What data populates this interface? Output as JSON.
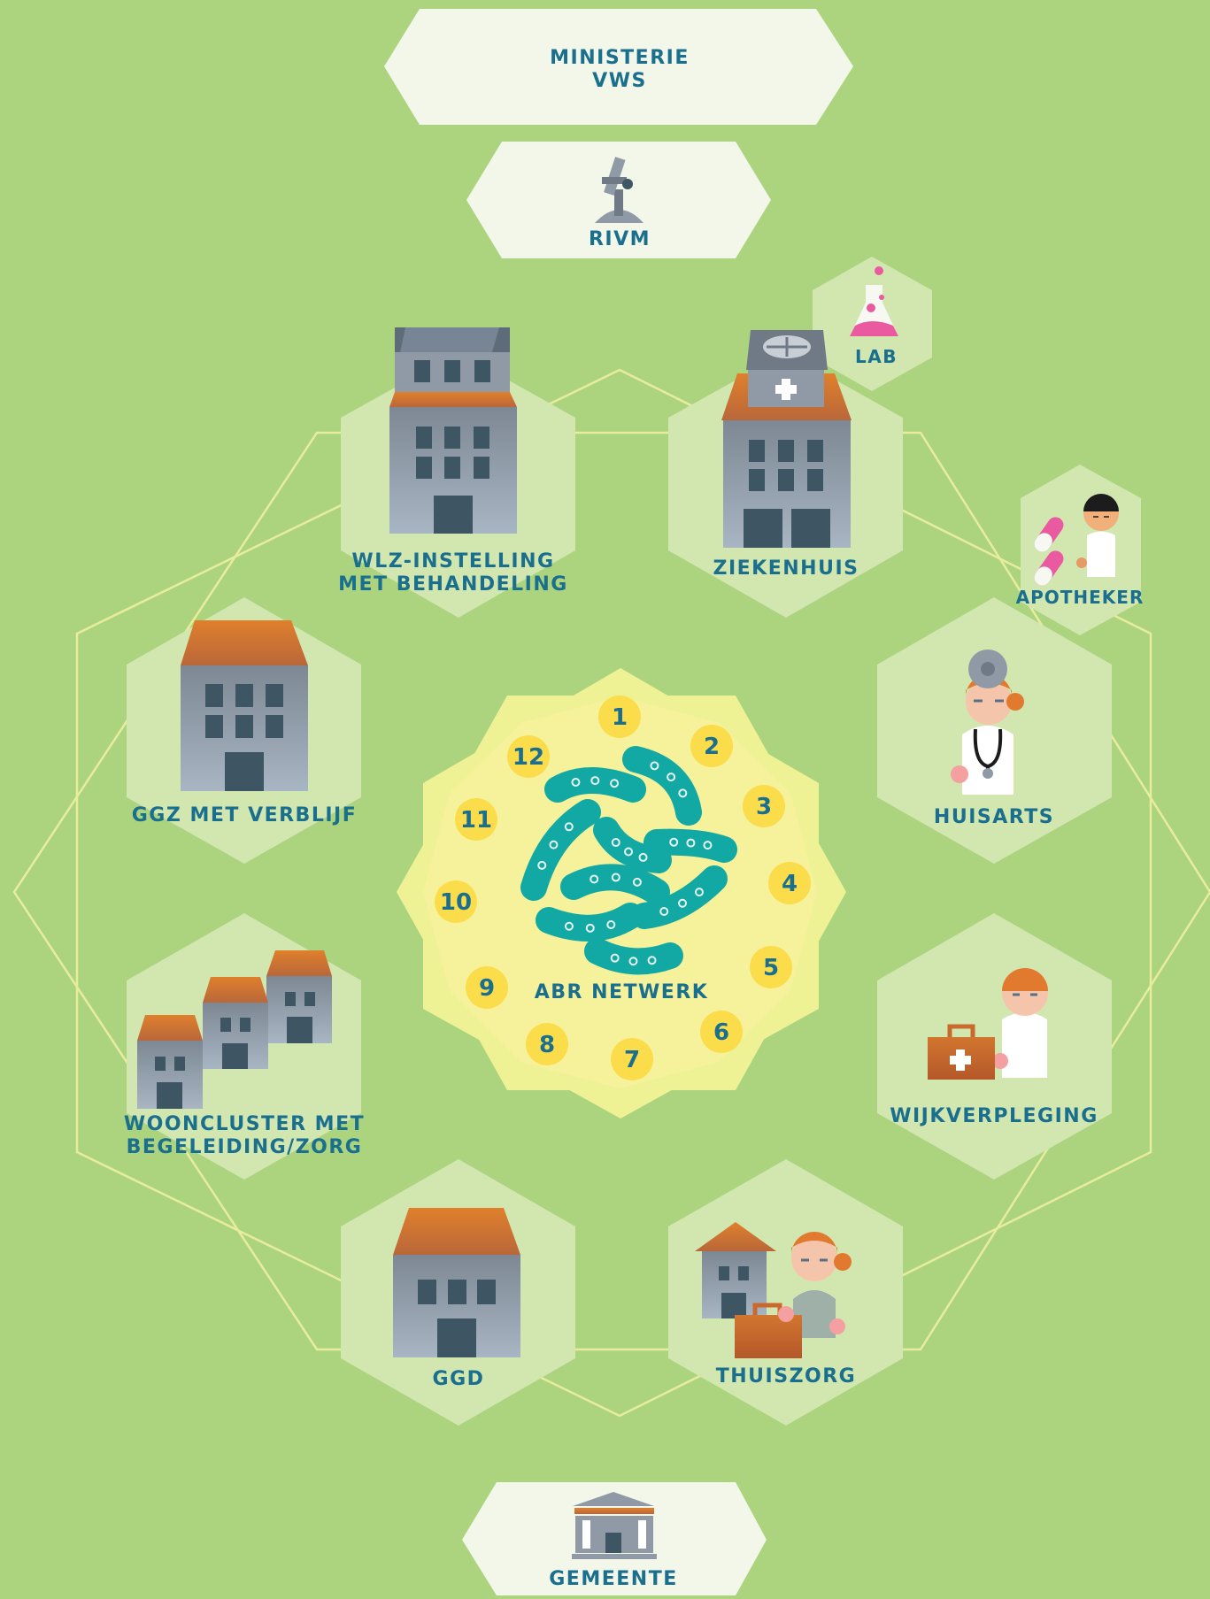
{
  "colors": {
    "background": "#acd47f",
    "hex_light": "#d2e6b0",
    "hex_white": "#f2f7e9",
    "label": "#1b6f8e",
    "center_yellow": "#f6f29c",
    "number_circle": "#fbdc4b",
    "bacteria": "#12a8a4",
    "building_roof": "#d2752d",
    "building_grey": "#8f9aa6"
  },
  "top": {
    "ministerie": {
      "line1": "MINISTERIE",
      "line2": "VWS"
    },
    "rivm": {
      "label": "RIVM",
      "icon": "microscope-icon"
    }
  },
  "nodes": {
    "lab": {
      "label": "LAB",
      "icon": "flask-icon"
    },
    "wlz": {
      "line1": "WLZ-INSTELLING",
      "line2": "MET BEHANDELING",
      "icon": "tall-building-icon"
    },
    "ziekenhuis": {
      "label": "ZIEKENHUIS",
      "icon": "hospital-icon"
    },
    "apotheker": {
      "label": "APOTHEKER",
      "icon": "pharmacist-icon"
    },
    "ggz": {
      "label": "GGZ MET VERBLIJF",
      "icon": "building-icon"
    },
    "huisarts": {
      "label": "HUISARTS",
      "icon": "doctor-icon"
    },
    "woon": {
      "line1": "WOONCLUSTER MET",
      "line2": "BEGELEIDING/ZORG",
      "icon": "houses-icon"
    },
    "wijk": {
      "label": "WIJKVERPLEGING",
      "icon": "nurse-icon"
    },
    "ggd": {
      "label": "GGD",
      "icon": "building-icon"
    },
    "thuiszorg": {
      "label": "THUISZORG",
      "icon": "home-care-icon"
    }
  },
  "center": {
    "label": "ABR NETWERK",
    "numbers": [
      "1",
      "2",
      "3",
      "4",
      "5",
      "6",
      "7",
      "8",
      "9",
      "10",
      "11",
      "12"
    ]
  },
  "bottom": {
    "gemeente": {
      "label": "GEMEENTE",
      "icon": "town-hall-icon"
    }
  }
}
